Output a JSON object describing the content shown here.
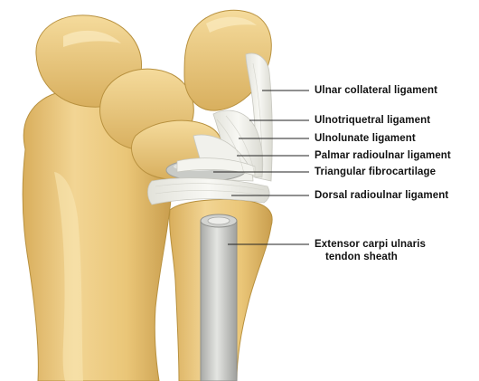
{
  "labels": {
    "ulnar_collateral_ligament": "Ulnar collateral ligament",
    "ulnotriquetral_ligament": "Ulnotriquetral ligament",
    "ulnolunate_ligament": "Ulnolunate ligament",
    "palmar_radioulnar_ligament": "Palmar radioulnar ligament",
    "triangular_fibrocartilage": "Triangular fibrocartilage",
    "dorsal_radioulnar_ligament": "Dorsal radioulnar ligament",
    "extensor_carpi_ulnaris_line1": "Extensor carpi ulnaris",
    "extensor_carpi_ulnaris_line2": "tendon sheath"
  },
  "colors": {
    "bone_fill": "#EBC779",
    "bone_shadow": "#C9A050",
    "bone_light": "#F8E2A8",
    "ligament": "#EFEFE8",
    "cartilage": "#C6C8C4",
    "tendon_sheath": "#BCBDBA",
    "leader_line": "#222222"
  }
}
